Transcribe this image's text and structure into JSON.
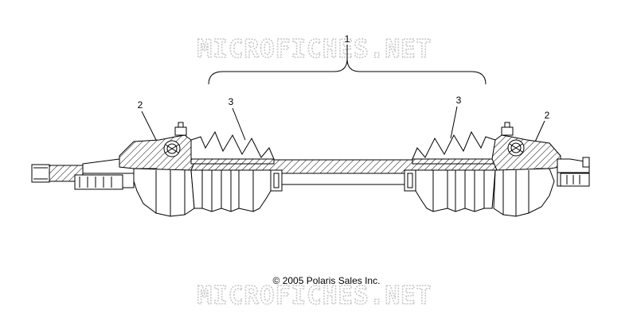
{
  "watermark": "MICROFICHES.NET",
  "copyright": "© 2005 Polaris Sales Inc.",
  "callouts": [
    {
      "id": "assembly",
      "label": "1"
    },
    {
      "id": "cv-joint-left",
      "label": "2"
    },
    {
      "id": "boot-left",
      "label": "3"
    },
    {
      "id": "boot-right",
      "label": "3"
    },
    {
      "id": "cv-joint-right",
      "label": "2"
    }
  ]
}
